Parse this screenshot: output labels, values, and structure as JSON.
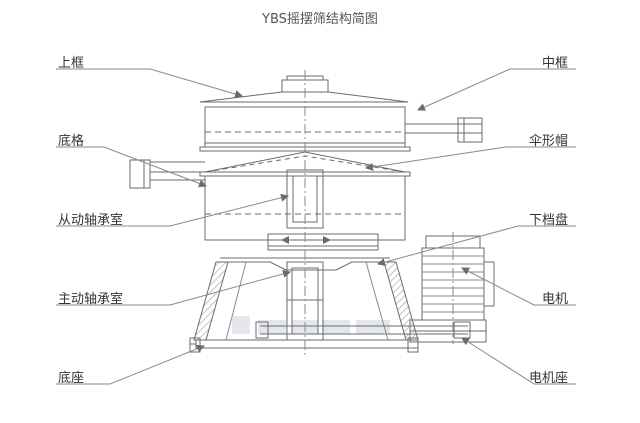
{
  "title": "YBS摇摆筛结构简图",
  "labels": {
    "upper_frame": "上框",
    "middle_frame": "中框",
    "bottom_grid": "底格",
    "umbrella_cap": "伞形帽",
    "driven_bearing_chamber": "从动轴承室",
    "lower_baffle_plate": "下档盘",
    "drive_bearing_chamber": "主动轴承室",
    "motor": "电机",
    "base": "底座",
    "motor_base": "电机座"
  },
  "colors": {
    "line": "#6b6b6b",
    "leader": "#8a8a8a",
    "hatch": "#9a9a9a",
    "watermark": "#d8dee6"
  }
}
